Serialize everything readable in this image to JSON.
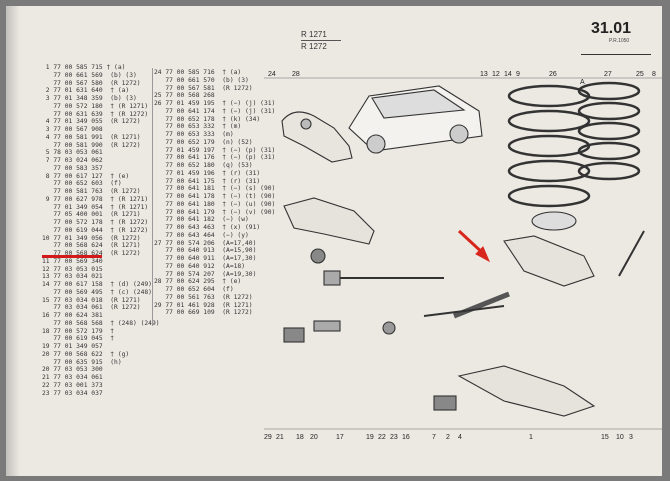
{
  "header": {
    "page_number": "31.01",
    "page_sub": "P.R.1050",
    "model_1": "R 1271",
    "model_2": "R 1272"
  },
  "parts_list_left": [
    " 1 77 00 585 715 † (a)",
    "   77 00 661 569  (b) (3)",
    "   77 00 567 580  (R 1272)",
    " 2 77 01 631 640  † (a)",
    " 3 77 01 348 359  (b) (3)",
    "   77 00 572 180  † (R 1271)",
    "   77 00 631 639  † (R 1272)",
    " 4 77 01 349 055  (R 1272)",
    " 3 77 00 567 908",
    " 4 77 00 581 991  (R 1271)",
    "   77 00 581 990  (R 1272)",
    " 5 78 03 053 061",
    " 7 77 03 024 062",
    "   77 00 583 357",
    " 8 77 00 617 127  † (e)",
    "   77 00 652 603  (f)",
    "   77 00 581 763  (R 1272)",
    " 9 77 00 627 978  † (R 1271)",
    "   77 01 349 054  † (R 1271)",
    "   77 05 400 001  (R 1271)",
    "   77 00 572 178  † (R 1272)",
    "   77 00 619 044  † (R 1272)",
    "10 77 01 349 056  (R 1272)",
    "   77 00 568 624  (R 1271)",
    "   77 00 568 624  (R 1272)",
    "11 77 00 569 340",
    "12 77 03 053 015",
    "13 77 03 034 021",
    "14 77 00 617 158  † (d) (249)",
    "   77 00 569 495  † (c) (248)",
    "15 77 03 034 018  (R 1271)",
    "   77 03 034 061  (R 1272)",
    "16 77 00 624 381",
    "   77 00 568 568  † (248) (249)",
    "18 77 00 572 179  †",
    "   77 00 619 045  †",
    "19 77 01 349 057",
    "20 77 00 568 622  † (g)",
    "   77 00 635 915  (h)",
    "20 77 03 053 300",
    "21 77 03 034 061",
    "22 77 03 001 373",
    "23 77 03 034 037"
  ],
  "parts_list_mid": [
    "24 77 00 585 716  † (a)",
    "   77 00 661 570  (b) (3)",
    "   77 00 567 581  (R 1272)",
    "25 77 00 568 268",
    "26 77 01 459 195  † (−) (j) (31)",
    "   77 00 641 174  † (−) (j) (31)",
    "   77 00 652 178  † (k) (34)",
    "   77 00 653 332  † (m)",
    "   77 00 653 333  (m)",
    "   77 00 652 179  (n) (52)",
    "   77 01 459 197  † (−) (p) (31)",
    "   77 00 641 176  † (−) (p) (31)",
    "   77 00 652 180  (q) (53)",
    "   77 01 459 196  † (r) (31)",
    "   77 00 641 175  † (r) (31)",
    "   77 00 641 181  † (−) (s) (90)",
    "   77 00 641 178  † (−) (t) (90)",
    "   77 00 641 180  † (−) (u) (90)",
    "   77 00 641 179  † (−) (v) (90)",
    "   77 00 641 182  (−) (w)",
    "   77 00 643 463  † (x) (91)",
    "   77 00 643 464  (−) (y)",
    "27 77 00 574 206  (A=17,40)",
    "   77 00 640 913  (A=15,90)",
    "   77 00 640 911  (A=17,30)",
    "   77 00 640 912  (A=18)",
    "   77 00 574 207  (A=19,30)",
    "28 77 00 624 295  † (e)",
    "   77 00 652 604  (f)",
    "   77 00 561 763  (R 1272)",
    "29 77 01 461 928  (R 1271)",
    "   77 00 669 109  (R 1272)"
  ],
  "callouts_top": [
    "24",
    "28",
    "13",
    "12",
    "14",
    "9",
    "26",
    "27",
    "25",
    "8"
  ],
  "callouts_bottom": [
    "29",
    "21",
    "18",
    "20",
    "17",
    "19",
    "22",
    "23",
    "16",
    "7",
    "2",
    "4",
    "1",
    "15",
    "10",
    "3"
  ],
  "callout_a": "A",
  "annotation": {
    "arrow_color": "#d9261c",
    "underline_color": "#d21a1a",
    "underlined_item": "10"
  }
}
